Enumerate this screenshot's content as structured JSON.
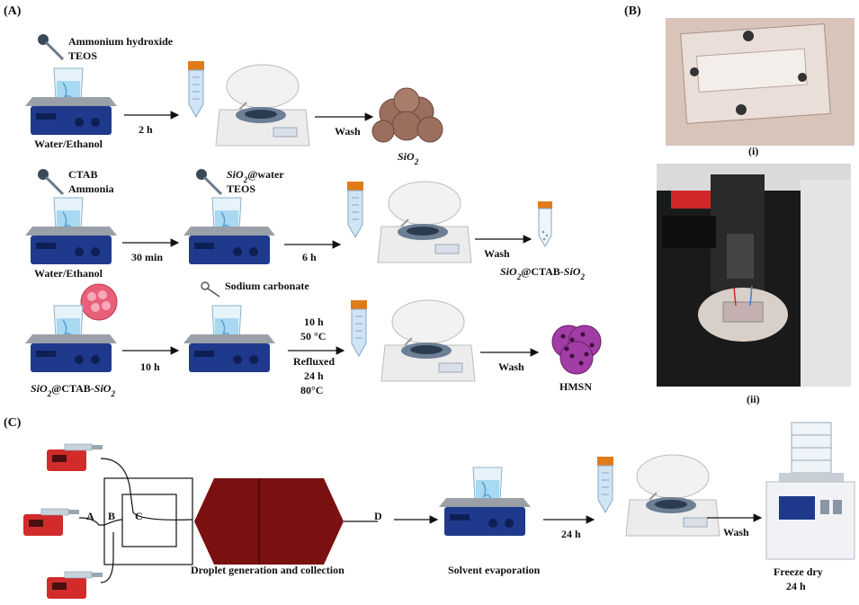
{
  "panels": {
    "a": "(A)",
    "b": "(B)",
    "c": "(C)"
  },
  "row1": {
    "reagent_1": "Ammonium hydroxide",
    "reagent_2": "TEOS",
    "solvent": "Water/Ethanol",
    "time": "2 h",
    "wash": "Wash",
    "product": "SiO",
    "product_sub": "2"
  },
  "row2": {
    "reagent_1": "CTAB",
    "reagent_2": "Ammonia",
    "solvent": "Water/Ethanol",
    "time_1": "30 min",
    "reagent_3_a": "SiO",
    "reagent_3_sub": "2",
    "reagent_3_b": "@water",
    "reagent_4": "TEOS",
    "time_2": "6 h",
    "wash": "Wash",
    "product_a": "SiO",
    "product_sub1": "2",
    "product_b": "@CTAB-",
    "product_c": "SiO",
    "product_sub2": "2"
  },
  "row3": {
    "beaker_label_a": "SiO",
    "beaker_label_sub1": "2",
    "beaker_label_b": "@CTAB-",
    "beaker_label_c": "SiO",
    "beaker_label_sub2": "2",
    "time_1": "10 h",
    "reagent": "Sodium carbonate",
    "cond_1": "10 h",
    "cond_2": "50 °C",
    "cond_3": "Refluxed",
    "cond_4": "24 h",
    "cond_5": "80°C",
    "wash": "Wash",
    "product": "HMSN"
  },
  "panel_b": {
    "label_i": "(i)",
    "label_ii": "(ii)"
  },
  "panel_c": {
    "point_a": "A",
    "point_b": "B",
    "point_c": "C",
    "point_d": "D",
    "step_1": "Droplet generation and  collection",
    "step_2": "Solvent evaporation",
    "time": "24 h",
    "wash": "Wash",
    "final_1": "Freeze dry",
    "final_2": "24 h"
  },
  "colors": {
    "stirrer_body": "#1f3a8c",
    "stirrer_top": "#9aa0a8",
    "tube_cap": "#e07b1a",
    "tube_body": "#cfe4f5",
    "silica": "#9b6e5e",
    "hmsn": "#a23da5",
    "chip": "#7a1010",
    "pump": "#d22b2b"
  }
}
